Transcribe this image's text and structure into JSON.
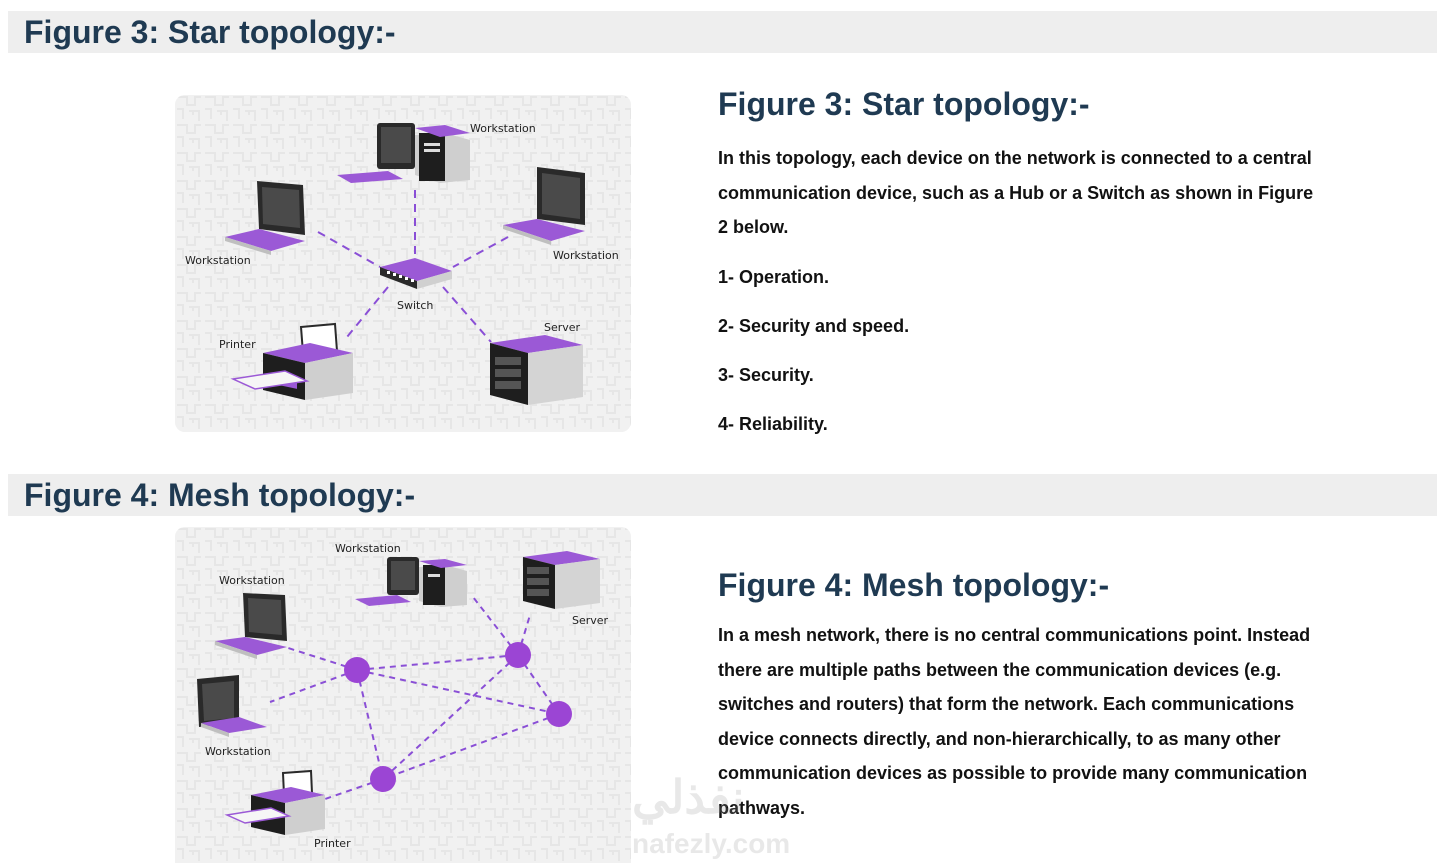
{
  "section1": {
    "heading": "Figure 3: Star topology:-",
    "figure": {
      "labels": {
        "workstation_top": "Workstation",
        "workstation_left": "Workstation",
        "workstation_right": "Workstation",
        "switch": "Switch",
        "printer": "Printer",
        "server": "Server"
      }
    },
    "title": "Figure 3: Star topology:-",
    "paragraph": "In this topology, each device on the network is connected to a central communication device, such as a Hub or a Switch as shown in Figure 2 below.",
    "items": [
      "1- Operation.",
      "2- Security and speed.",
      "3- Security.",
      "4- Reliability."
    ]
  },
  "section2": {
    "heading": "Figure 4: Mesh topology:-",
    "figure": {
      "labels": {
        "workstation_top": "Workstation",
        "workstation_left": "Workstation",
        "workstation_bottom": "Workstation",
        "server": "Server",
        "printer": "Printer"
      }
    },
    "title": "Figure 4: Mesh topology:-",
    "paragraph": "In a mesh network, there is no central communications point. Instead there are multiple paths between the communication devices (e.g. switches and routers) that form the network. Each communications device connects directly, and non-hierarchically, to as many other communication devices as possible to provide many communication pathways."
  },
  "watermark": {
    "arabic": "نفذلي",
    "latin": "nafezly.com"
  },
  "colors": {
    "heading": "#1f3a52",
    "band": "#eeeeee",
    "accent": "#8a4fd6",
    "node": "#9b45d4"
  }
}
